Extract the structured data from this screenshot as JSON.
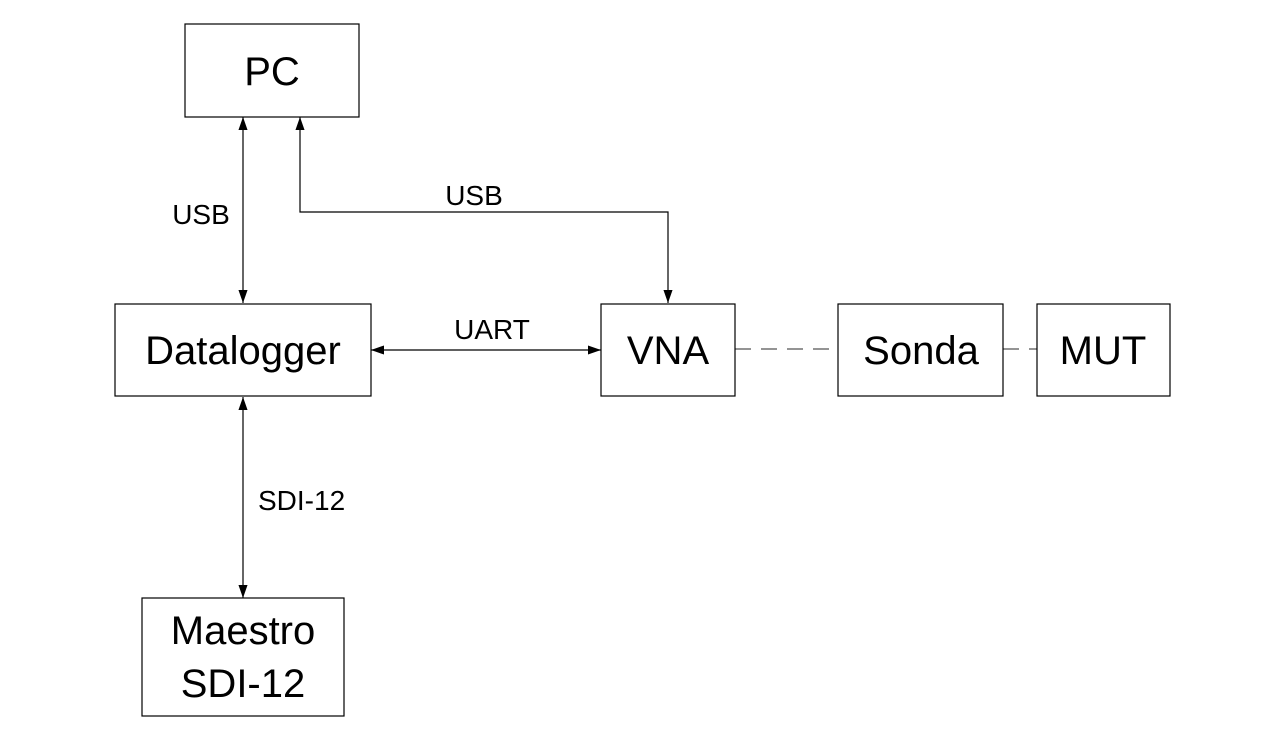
{
  "nodes": {
    "pc": {
      "label": "PC"
    },
    "datalogger": {
      "label": "Datalogger"
    },
    "vna": {
      "label": "VNA"
    },
    "sonda": {
      "label": "Sonda"
    },
    "mut": {
      "label": "MUT"
    },
    "maestro": {
      "line1": "Maestro",
      "line2": "SDI-12"
    }
  },
  "edges": {
    "pc_datalogger": {
      "label": "USB"
    },
    "pc_vna": {
      "label": "USB"
    },
    "datalogger_vna": {
      "label": "UART"
    },
    "datalogger_maestro": {
      "label": "SDI-12"
    },
    "vna_sonda": {
      "style": "dashed"
    },
    "sonda_mut": {
      "style": "dashed"
    }
  }
}
